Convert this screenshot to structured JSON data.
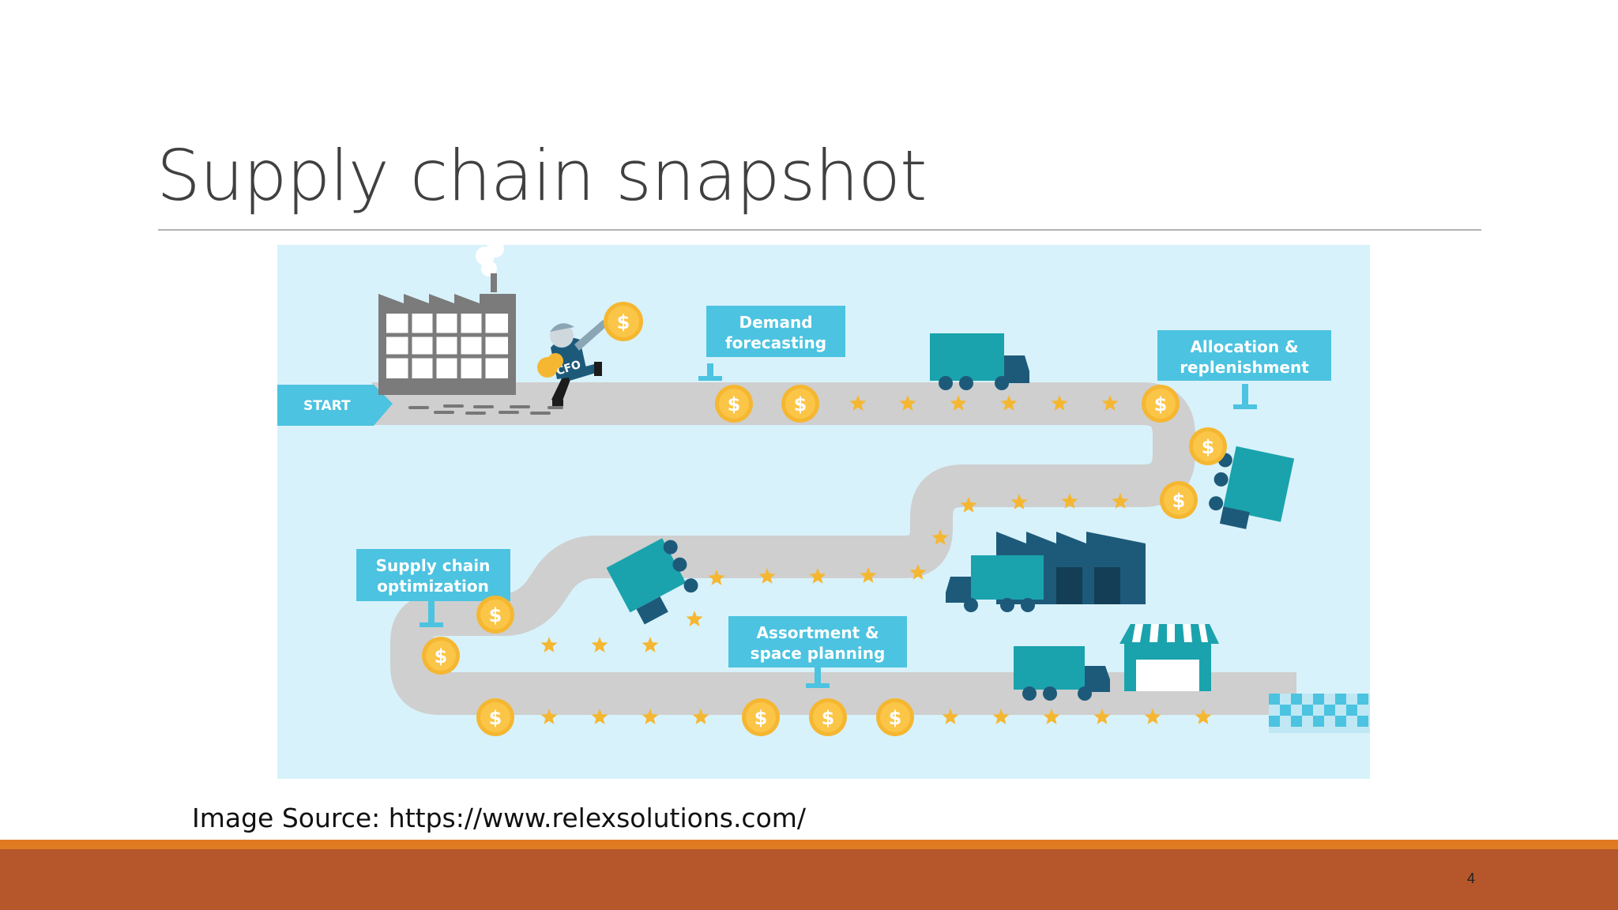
{
  "slide": {
    "title": "Supply chain snapshot",
    "source_caption": "Image Source: https://www.relexsolutions.com/",
    "page_number": "4"
  },
  "illustration": {
    "start_label": "START",
    "cfo_label": "CFO",
    "coin_symbol": "$",
    "signs": {
      "demand": [
        "Demand",
        "forecasting"
      ],
      "allocation": [
        "Allocation &",
        "replenishment"
      ],
      "optimization": [
        "Supply chain",
        "optimization"
      ],
      "assortment": [
        "Assortment &",
        "space planning"
      ]
    }
  },
  "colors": {
    "footer_band": "#b5572b",
    "footer_accent": "#e07b22",
    "illustration_background": "#d8f2fb",
    "road": "#d0d0d0",
    "teal": "#1aa3ad",
    "sign_blue": "#4cc3e0",
    "coin": "#f5b731",
    "dark_navy": "#1d5a7a"
  }
}
